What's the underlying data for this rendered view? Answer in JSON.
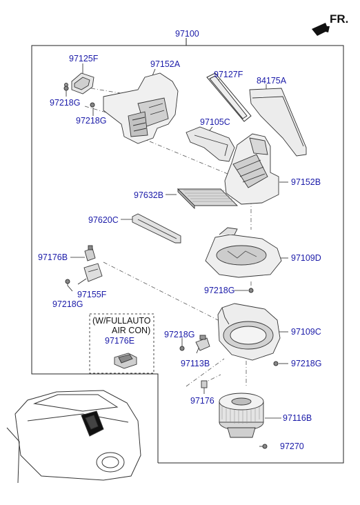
{
  "diagram": {
    "assembly_number": "97100",
    "direction_label": "FR.",
    "option_note_line1": "(W/FULLAUTO",
    "option_note_line2": "AIR CON)",
    "parts": {
      "p97125F": "97125F",
      "p97218G_a": "97218G",
      "p97218G_b": "97218G",
      "p97152A": "97152A",
      "p97127F": "97127F",
      "p84175A": "84175A",
      "p97105C": "97105C",
      "p97152B": "97152B",
      "p97632B": "97632B",
      "p97620C": "97620C",
      "p97176B": "97176B",
      "p97109D": "97109D",
      "p97218G_c": "97218G",
      "p97155F": "97155F",
      "p97218G_d": "97218G",
      "p97176E": "97176E",
      "p97218G_e": "97218G",
      "p97109C": "97109C",
      "p97113B": "97113B",
      "p97218G_f": "97218G",
      "p97176": "97176",
      "p97116B": "97116B",
      "p97270": "97270"
    }
  }
}
